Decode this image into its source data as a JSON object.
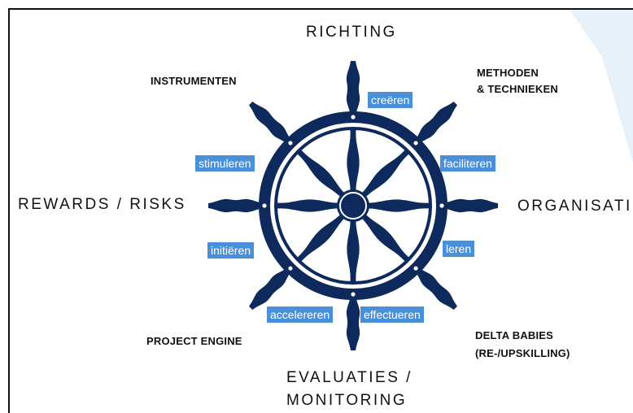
{
  "colors": {
    "wheel": "#0E2A5C",
    "tag_background": "#4A90D9",
    "tag_text": "#FFFFFF",
    "accent_shape": "#E6F1FA"
  },
  "icons": {
    "center": "ships-wheel-icon"
  },
  "directions": {
    "top": "RICHTING",
    "left": "REWARDS / RISKS",
    "right": "ORGANISATI",
    "bottom_line1": "EVALUATIES /",
    "bottom_line2": "MONITORING"
  },
  "corners": {
    "top_left": "INSTRUMENTEN",
    "top_right_line1": "METHODEN",
    "top_right_line2": "& TECHNIEKEN",
    "bottom_left": "PROJECT ENGINE",
    "bottom_right_line1": "DELTA BABIES",
    "bottom_right_line2": "(RE-/UPSKILLING)"
  },
  "tags": {
    "creeren": "creëren",
    "faciliteren": "faciliteren",
    "leren": "leren",
    "effectueren": "effectueren",
    "accelereren": "accelereren",
    "initieren": "initiëren",
    "stimuleren": "stimuleren"
  }
}
